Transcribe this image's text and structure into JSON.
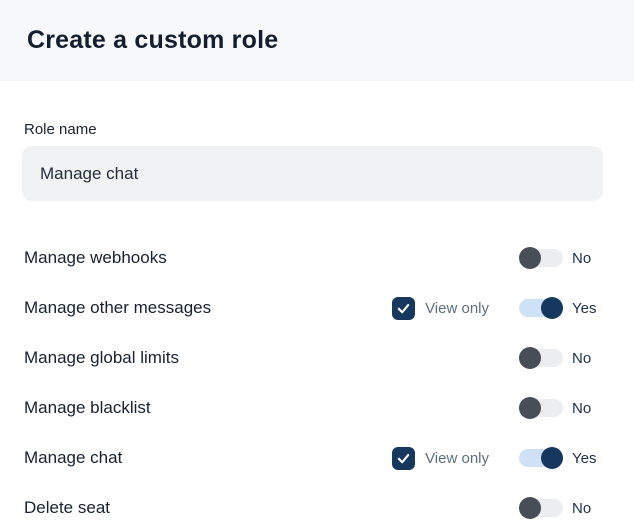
{
  "header": {
    "title": "Create a custom role"
  },
  "form": {
    "role_name": {
      "label": "Role name",
      "value": "Manage chat"
    }
  },
  "permissions": {
    "view_only_label": "View only",
    "rows": [
      {
        "label": "Manage webhooks",
        "state": "off",
        "state_label": "No",
        "view_only": false
      },
      {
        "label": "Manage other messages",
        "state": "on",
        "state_label": "Yes",
        "view_only": true,
        "view_only_checked": true
      },
      {
        "label": "Manage global limits",
        "state": "off",
        "state_label": "No",
        "view_only": false
      },
      {
        "label": "Manage blacklist",
        "state": "off",
        "state_label": "No",
        "view_only": false
      },
      {
        "label": "Manage chat",
        "state": "on",
        "state_label": "Yes",
        "view_only": true,
        "view_only_checked": true
      },
      {
        "label": "Delete seat",
        "state": "off",
        "state_label": "No",
        "view_only": false
      }
    ]
  },
  "colors": {
    "header_bg": "#f7f8fa",
    "navy": "#16375e",
    "toggle_on_track": "#cfe1f4",
    "toggle_off_track": "#ebedef",
    "toggle_off_knob": "#484e58",
    "input_bg": "#f1f2f4",
    "title_color": "#131e2e",
    "muted_color": "#5d6e80"
  }
}
